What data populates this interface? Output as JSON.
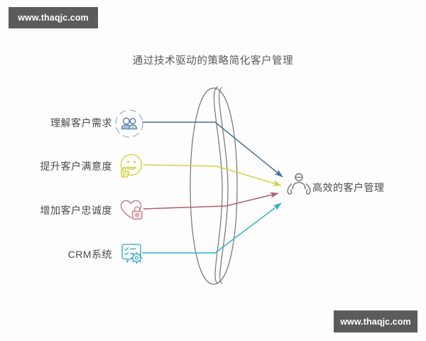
{
  "watermarks": {
    "top": "www.thaqjc.com",
    "bottom": "www.thaqjc.com",
    "background_color": "#5b5b5b",
    "text_color": "#ffffff"
  },
  "diagram": {
    "title": "通过技术驱动的策略简化客户管理",
    "title_color": "#595959",
    "center_shape": {
      "name": "lens-disc",
      "stroke_color": "#6e6e6e"
    },
    "inputs": [
      {
        "label": "理解客户需求",
        "icon": "two-people-dashed-circle-icon",
        "color": "#5b7fa6",
        "line_color": "#5b7fa6"
      },
      {
        "label": "提升客户满意度",
        "icon": "smiley-thumbs-up-icon",
        "color": "#d8d84a",
        "line_color": "#cfcf45"
      },
      {
        "label": "增加客户忠诚度",
        "icon": "heart-lock-icon",
        "color": "#c08a92",
        "line_color": "#b5616f"
      },
      {
        "label": "CRM系统",
        "icon": "checklist-gear-icon",
        "color": "#3fb3c8",
        "line_color": "#2fb5cf"
      }
    ],
    "outcome": {
      "label": "高效的客户管理",
      "icon": "person-raised-hands-icon",
      "color": "#6b6b6b"
    }
  }
}
